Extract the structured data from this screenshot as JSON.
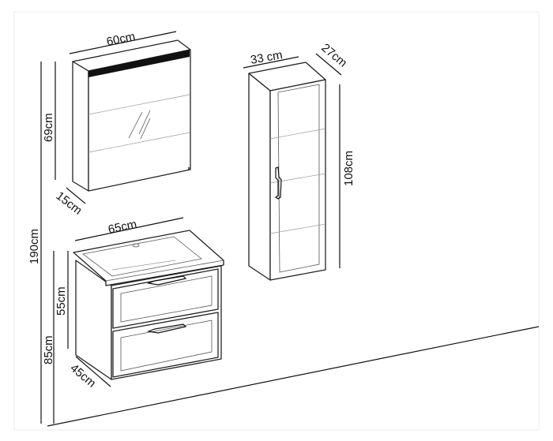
{
  "dimensions": {
    "mirror_width": "60cm",
    "mirror_height": "69cm",
    "mirror_depth": "15cm",
    "total_height": "190cm",
    "vanity_width": "65cm",
    "vanity_height": "55cm",
    "vanity_mount_height": "85cm",
    "vanity_depth": "45cm",
    "tall_width": "33 cm",
    "tall_depth": "27cm",
    "tall_height": "108cm"
  }
}
